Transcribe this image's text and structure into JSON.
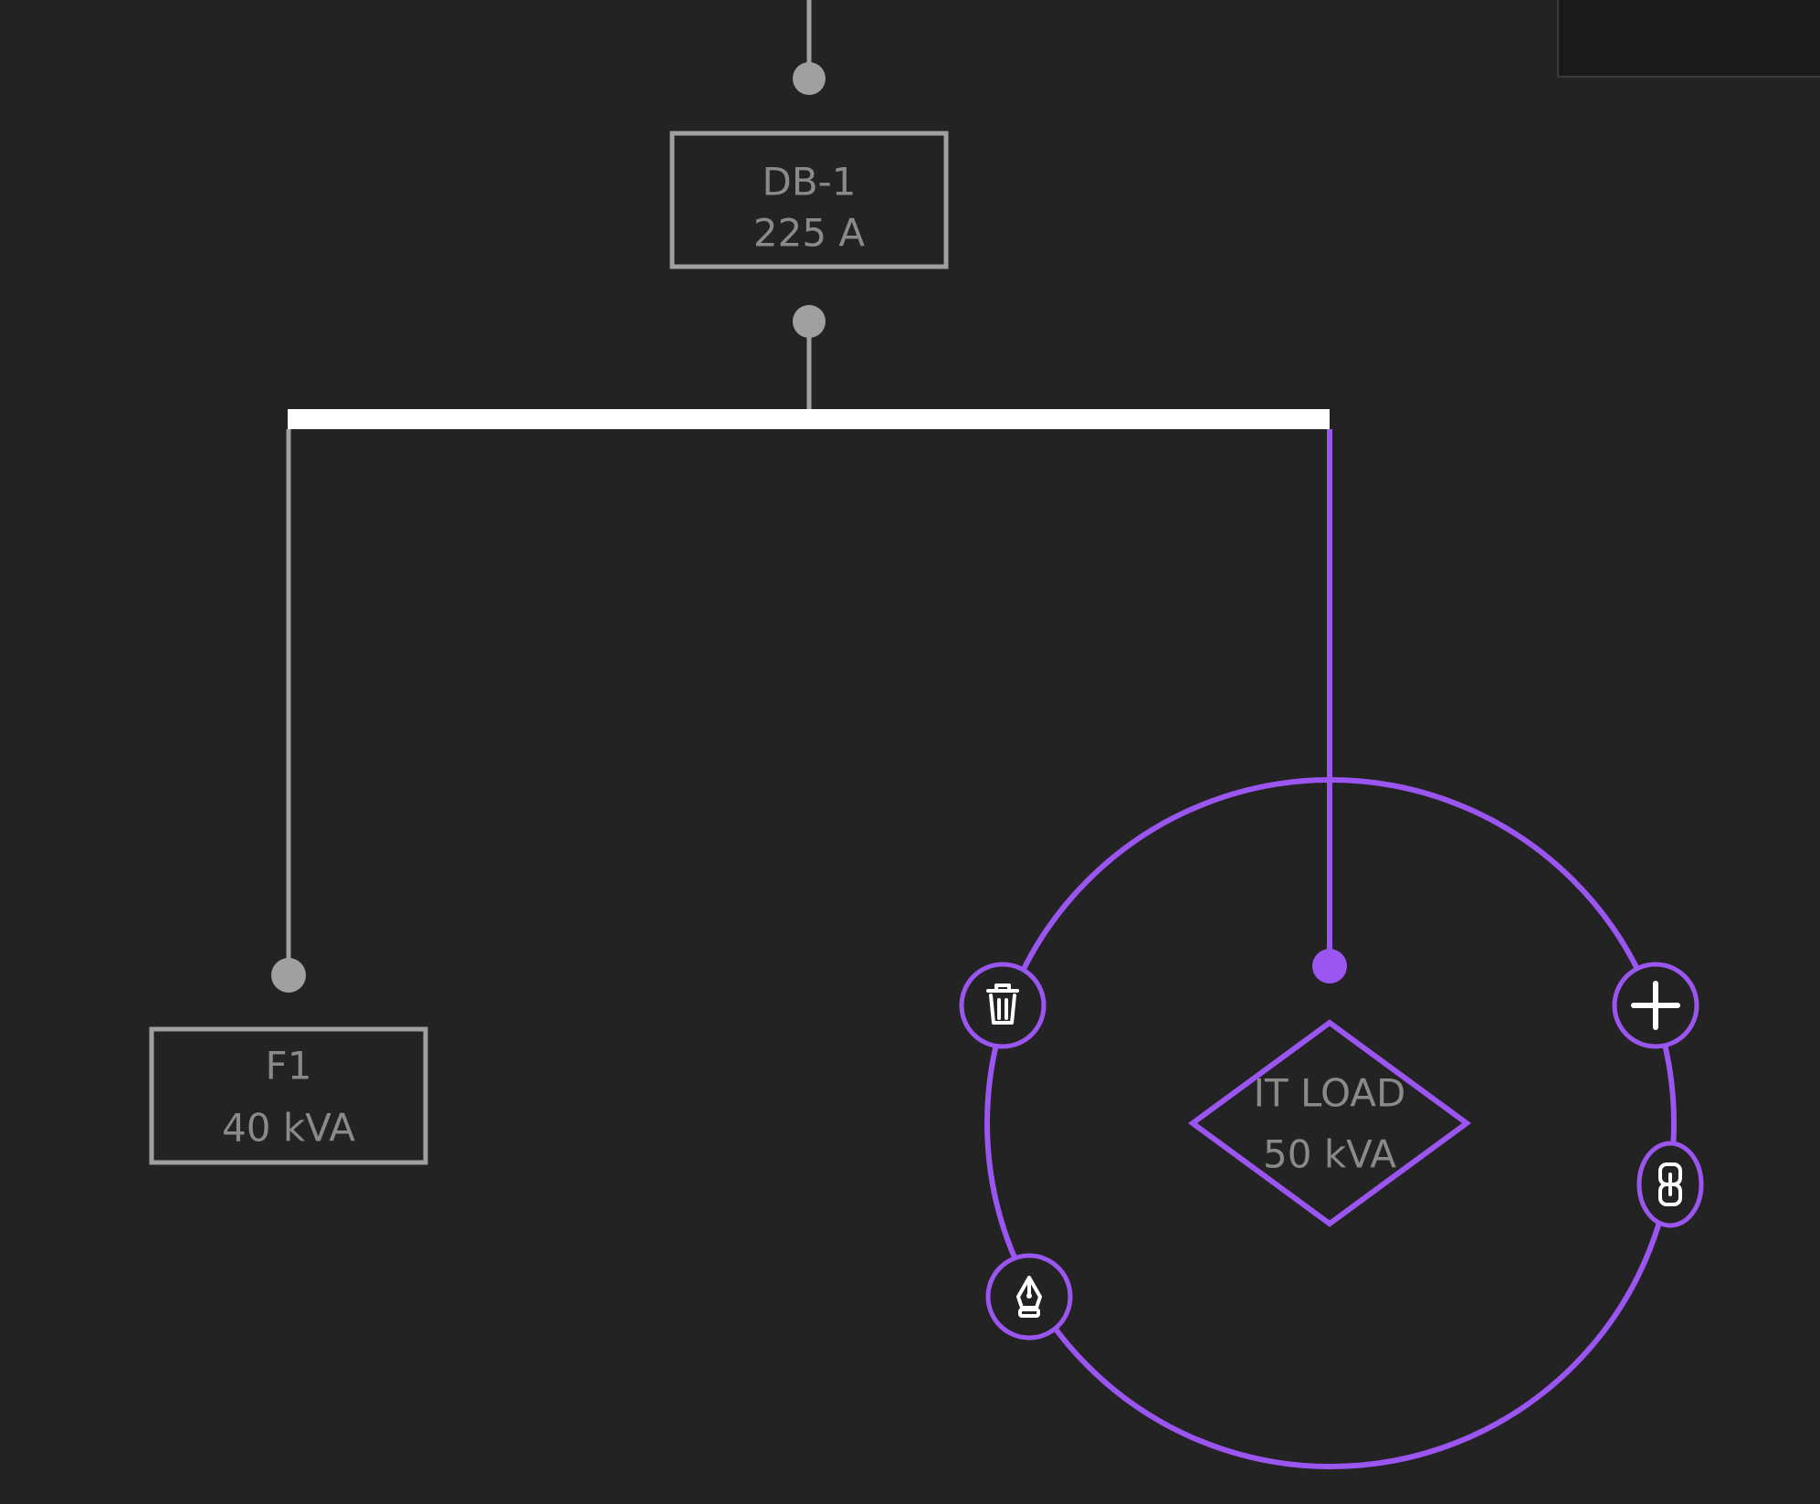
{
  "colors": {
    "background": "#232323",
    "node_stroke": "#a0a0a0",
    "node_text": "#8a8a8a",
    "connector": "#a0a0a0",
    "bus": "#ffffff",
    "selection": "#9b55f0",
    "icon": "#ffffff",
    "panel": "#1a1a1a"
  },
  "nodes": {
    "db1": {
      "name": "DB-1",
      "rating": "225 A"
    },
    "f1": {
      "name": "F1",
      "rating": "40 kVA"
    },
    "it_load": {
      "name": "IT LOAD",
      "rating": "50 kVA"
    }
  },
  "actions": {
    "delete": "trash-icon",
    "add": "plus-icon",
    "link": "link-icon",
    "edit": "pen-icon"
  }
}
